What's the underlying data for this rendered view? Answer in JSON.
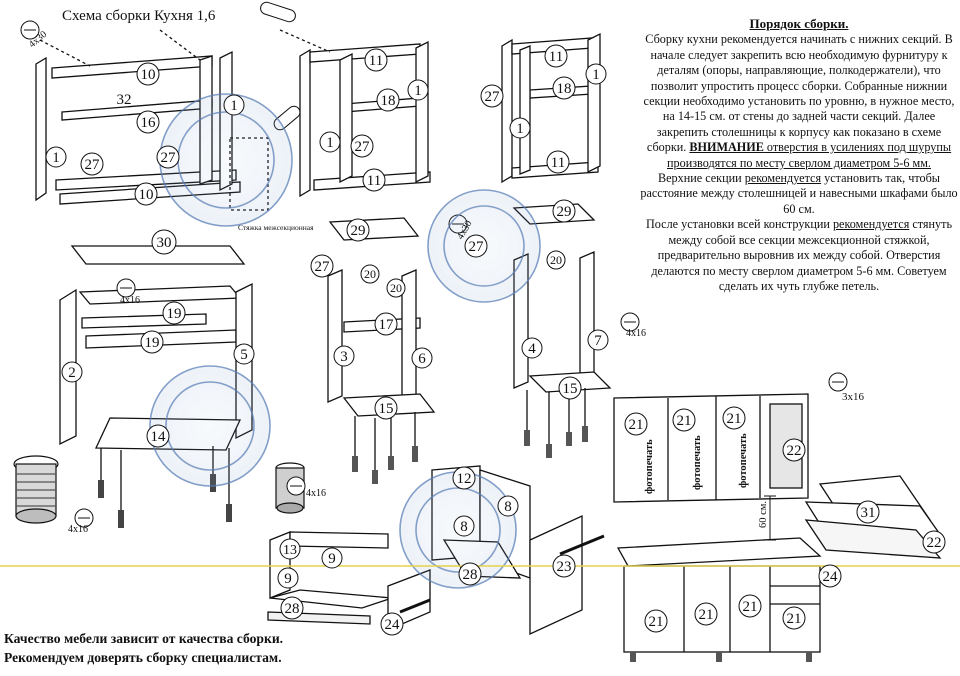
{
  "title": "Схема сборки Кухня 1,6",
  "instructions": {
    "heading": "Порядок сборки.",
    "p1_before_1": "Сборку кухни рекомендуется начинать с нижних секций. В начале следует закрепить всю необходимую фурнитуру к деталям (опоры, направляющие, полкодержатели), что позволит упростить процесс сборки. Собранные нижнии секции необходимо установить по уровню, в нужное место, на 14-15 см. от стены до задней части секций. Далее закрепить столешницы к корпусу как показано в схеме сборки. ",
    "p1_warning": "ВНИМАНИЕ",
    "p1_after_warning": " отверстия в усилениях под шурупы производятся по месту сверлом диаметром 5-6 мм.",
    "p2_before": "Верхние секции ",
    "p2_recommend": "рекомендуется",
    "p2_after": " установить так, чтобы расстояние между столешницей и навесными шкафами было 60 см.",
    "p3_before": "После установки всей конструкции ",
    "p3_recommend": "рекомендуется",
    "p3_after": " стянуть между собой все секции межсекционной стяжкой, предварительно выровнив их между собой. Отверстия делаются по месту сверлом диаметром 5-6 мм. Советуем сделать их чуть глубже петель."
  },
  "footer": {
    "line1": "Качество мебели зависит от качества сборки.",
    "line2": "Рекомендуем доверять сборку специалистам."
  },
  "annotations": {
    "screw_4x30": "4x30",
    "screw_4x16": "4x16",
    "screw_3x16": "3x16",
    "stjazhka": "Стяжка межсекционная",
    "dim_60": "60 см.",
    "photo_print": "фотопечать"
  },
  "part_numbers": {
    "p1": "1",
    "p2": "2",
    "p3": "3",
    "p4": "4",
    "p5": "5",
    "p6": "6",
    "p7": "7",
    "p8": "8",
    "p9": "9",
    "p10": "10",
    "p11": "11",
    "p12": "12",
    "p13": "13",
    "p14": "14",
    "p15": "15",
    "p16": "16",
    "p17": "17",
    "p18": "18",
    "p19": "19",
    "p20": "20",
    "p21": "21",
    "p22": "22",
    "p23": "23",
    "p24": "24",
    "p27": "27",
    "p28": "28",
    "p29": "29",
    "p30": "30",
    "p31": "31",
    "p32": "32"
  }
}
